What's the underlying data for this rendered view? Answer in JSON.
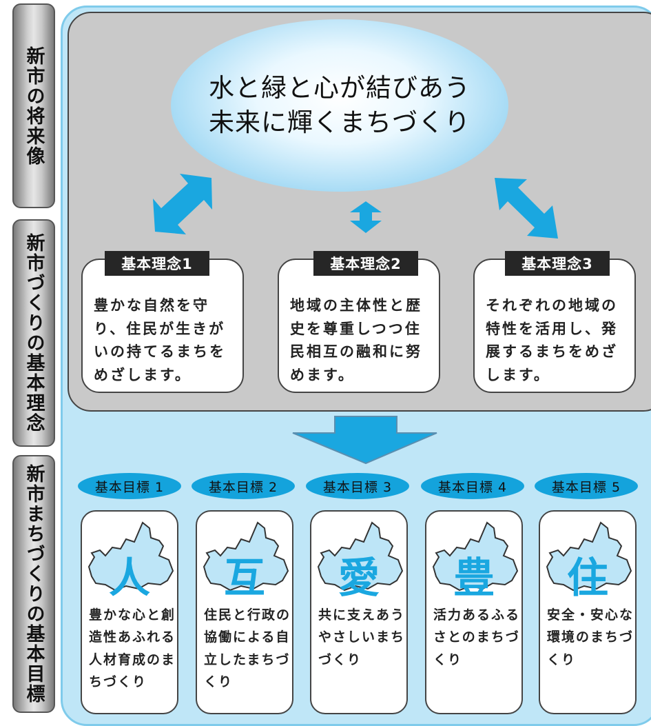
{
  "side_labels": {
    "vision": "新市の将来像",
    "principles": "新市づくりの基本理念",
    "goals": "新市まちづくりの基本目標"
  },
  "vision": {
    "line1": "水と緑と心が結びあう",
    "line2": "未来に輝くまちづくり"
  },
  "principles": [
    {
      "label": "基本理念1",
      "text": "豊かな自然を守り、住民が生きがいの持てるまちをめざします。"
    },
    {
      "label": "基本理念2",
      "text": "地域の主体性と歴史を尊重しつつ住民相互の融和に努めます。"
    },
    {
      "label": "基本理念3",
      "text": "それぞれの地域の特性を活用し、発展するまちをめざします。"
    }
  ],
  "goals": [
    {
      "label": "基本目標 1",
      "kanji": "人",
      "text": "豊かな心と創造性あふれる人材育成のまちづくり"
    },
    {
      "label": "基本目標 2",
      "kanji": "互",
      "text": "住民と行政の協働による自立したまちづくり"
    },
    {
      "label": "基本目標 3",
      "kanji": "愛",
      "text": "共に支えあうやさしいまちづくり"
    },
    {
      "label": "基本目標 4",
      "kanji": "豊",
      "text": "活力あるふるさとのまちづくり"
    },
    {
      "label": "基本目標 5",
      "kanji": "住",
      "text": "安全・安心な環境のまちづくり"
    }
  ],
  "colors": {
    "panel_blue": "#bfe6f7",
    "arrow_blue": "#1aa7e0",
    "pill_blue": "#14a3dc",
    "grey_panel": "#c9c9c9"
  }
}
